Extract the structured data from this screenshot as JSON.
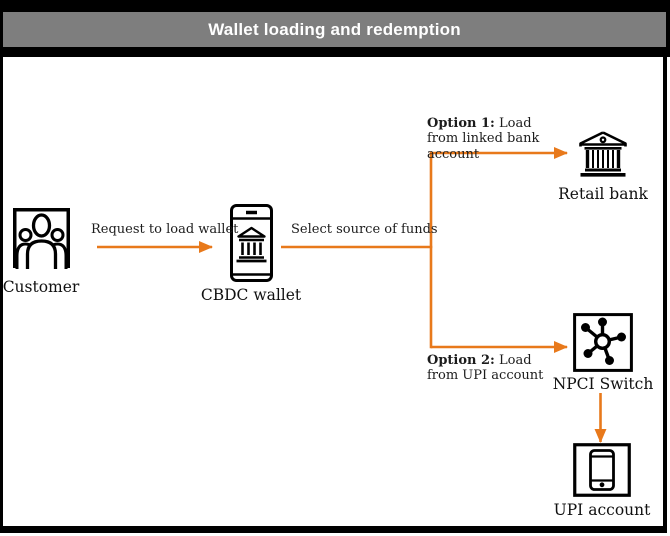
{
  "title": "Wallet loading and redemption",
  "colors": {
    "accent": "#E8791B",
    "titlebar_bg": "#7E7E7E",
    "titlebar_text": "#FFFFFF",
    "line_art": "#000000",
    "canvas_bg": "#FFFFFF"
  },
  "nodes": {
    "customer": {
      "label": "Customer",
      "icon": "people-group-icon"
    },
    "cbdc_wallet": {
      "label": "CBDC wallet",
      "icon": "phone-bank-icon"
    },
    "retail_bank": {
      "label": "Retail bank",
      "icon": "bank-building-icon"
    },
    "npci_switch": {
      "label": "NPCI Switch",
      "icon": "network-hub-icon"
    },
    "upi_account": {
      "label": "UPI account",
      "icon": "smartphone-icon"
    }
  },
  "edge_labels": {
    "request": "Request to load wallet",
    "select_source": "Select source of funds",
    "option1": {
      "prefix": "Option 1:",
      "text": " Load from linked bank account"
    },
    "option2": {
      "prefix": "Option 2:",
      "text": " Load from UPI account"
    }
  }
}
